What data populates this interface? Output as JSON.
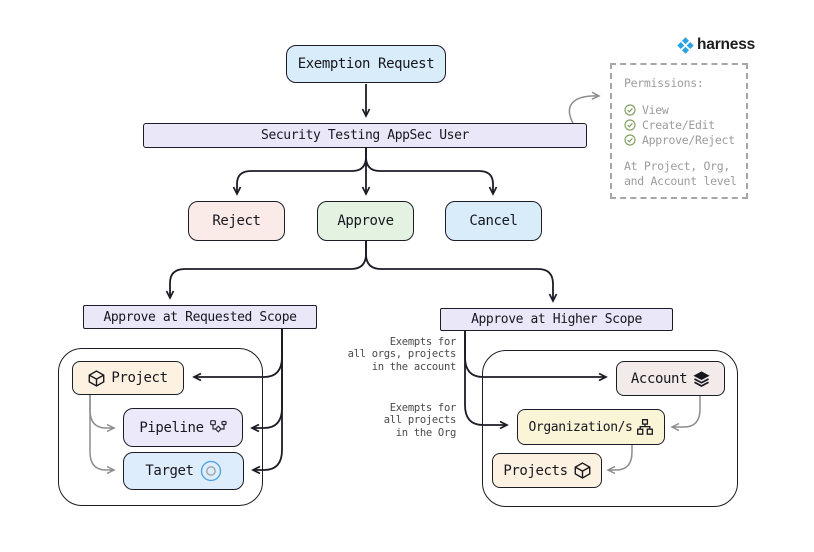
{
  "brand": {
    "logo_text": "harness"
  },
  "flow": {
    "exemption_request": "Exemption Request",
    "appsec_user": "Security Testing AppSec User",
    "reject": "Reject",
    "approve": "Approve",
    "cancel": "Cancel",
    "requested_scope": "Approve at Requested Scope",
    "higher_scope": "Approve at Higher Scope",
    "project": "Project",
    "pipeline": "Pipeline",
    "target": "Target",
    "account": "Account",
    "organizations": "Organization/s",
    "projects": "Projects"
  },
  "permissions": {
    "title": "Permissions:",
    "items": [
      "View",
      "Create/Edit",
      "Approve/Reject"
    ],
    "footer_line1": "At Project, Org,",
    "footer_line2": "and Account level"
  },
  "annotations": {
    "account_exempt": [
      "Exempts for",
      "all orgs, projects",
      "in the account"
    ],
    "org_exempt": [
      "Exempts for",
      "all projects",
      "in the Org"
    ]
  },
  "colors": {
    "harness_blue": "#2aa2e2",
    "check_green": "#84a266",
    "arrow_dark": "#1c1c26",
    "arrow_gray": "#8d8d8d",
    "node_blue": "#d9ecfa",
    "node_lavender": "#eae8f8",
    "node_pink": "#fbebe8",
    "node_green": "#e3f2e1",
    "node_cream": "#fdf2e1",
    "node_rose": "#f3ebea",
    "node_yellow": "#fbf5d7"
  }
}
